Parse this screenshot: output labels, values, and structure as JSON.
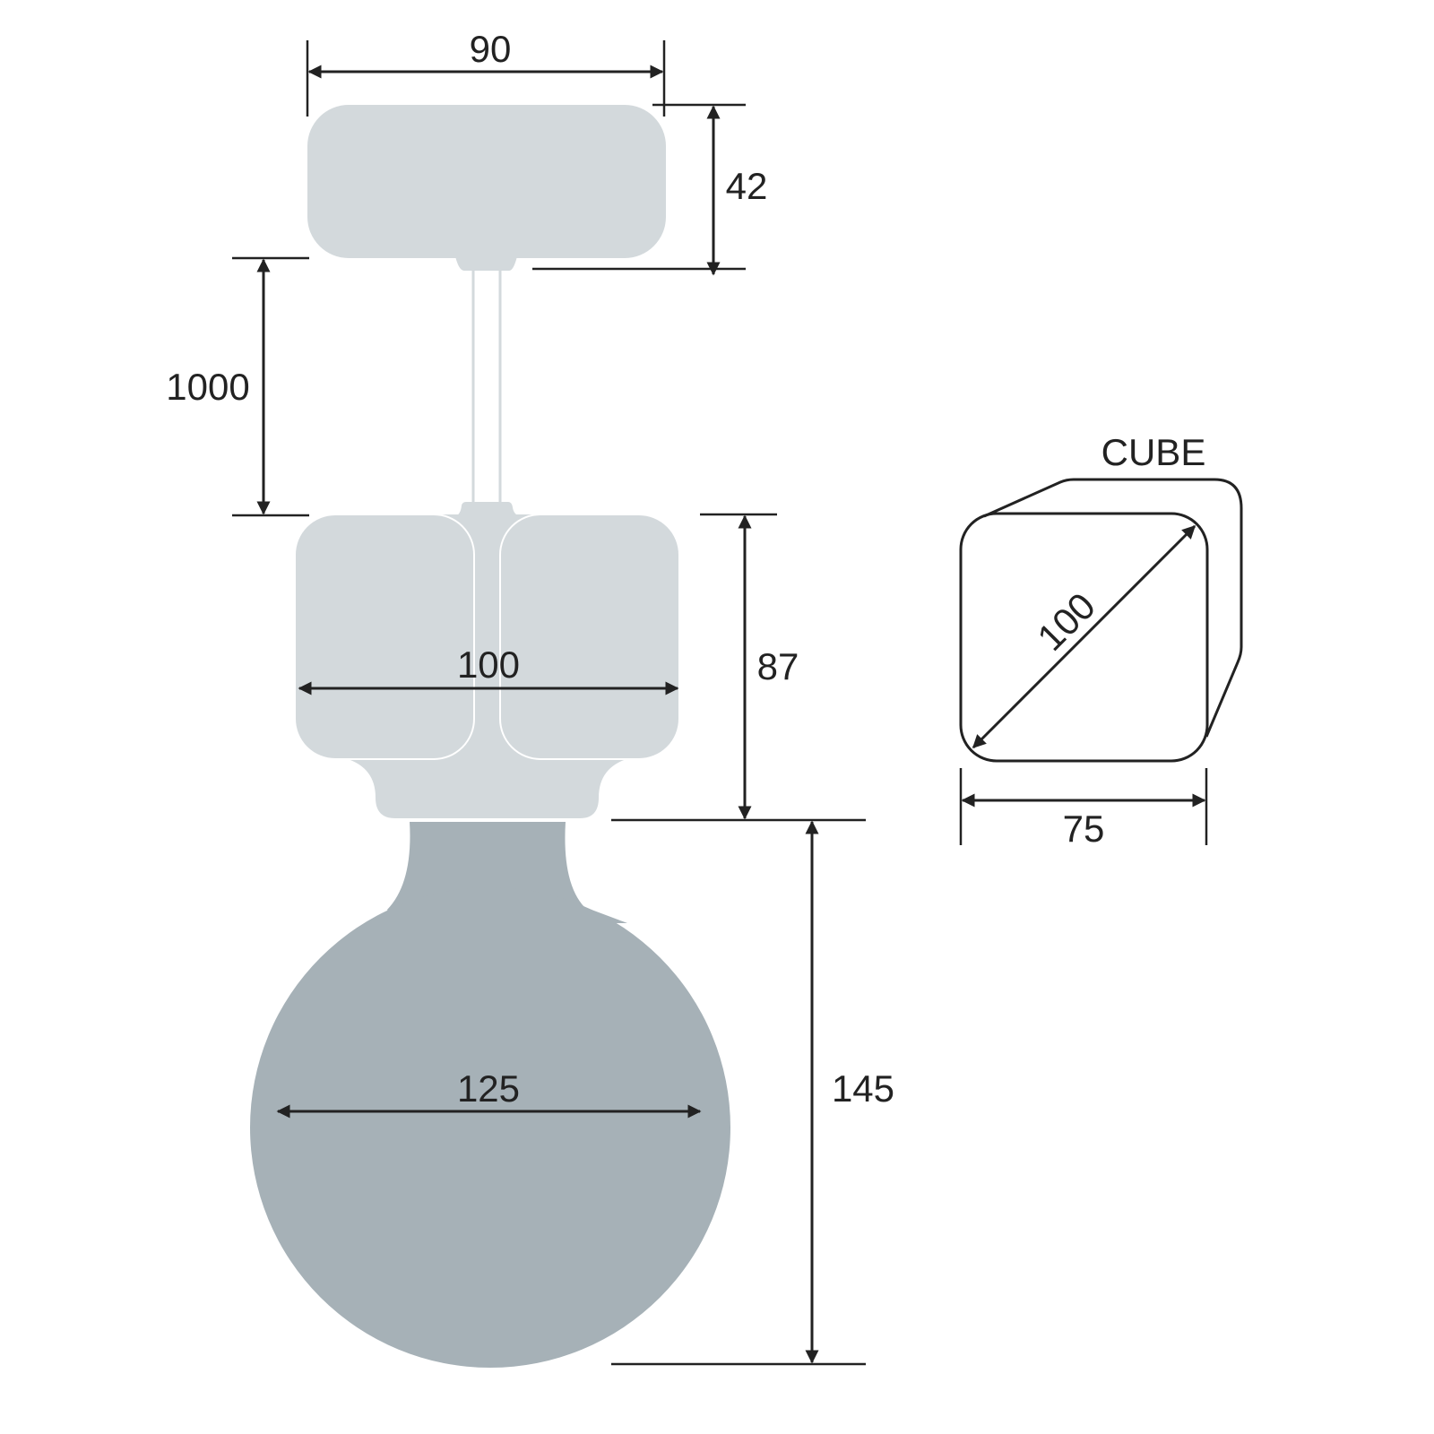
{
  "dimensions": {
    "canopy_width": "90",
    "canopy_height": "42",
    "cord_length": "1000",
    "socket_width": "100",
    "socket_height": "87",
    "bulb_diameter": "125",
    "bulb_height": "145"
  },
  "cube": {
    "title": "CUBE",
    "diagonal": "100",
    "width": "75"
  },
  "colors": {
    "fitting": "#d3d9dc",
    "bulb": "#a6b1b7",
    "lines": "#222222"
  }
}
